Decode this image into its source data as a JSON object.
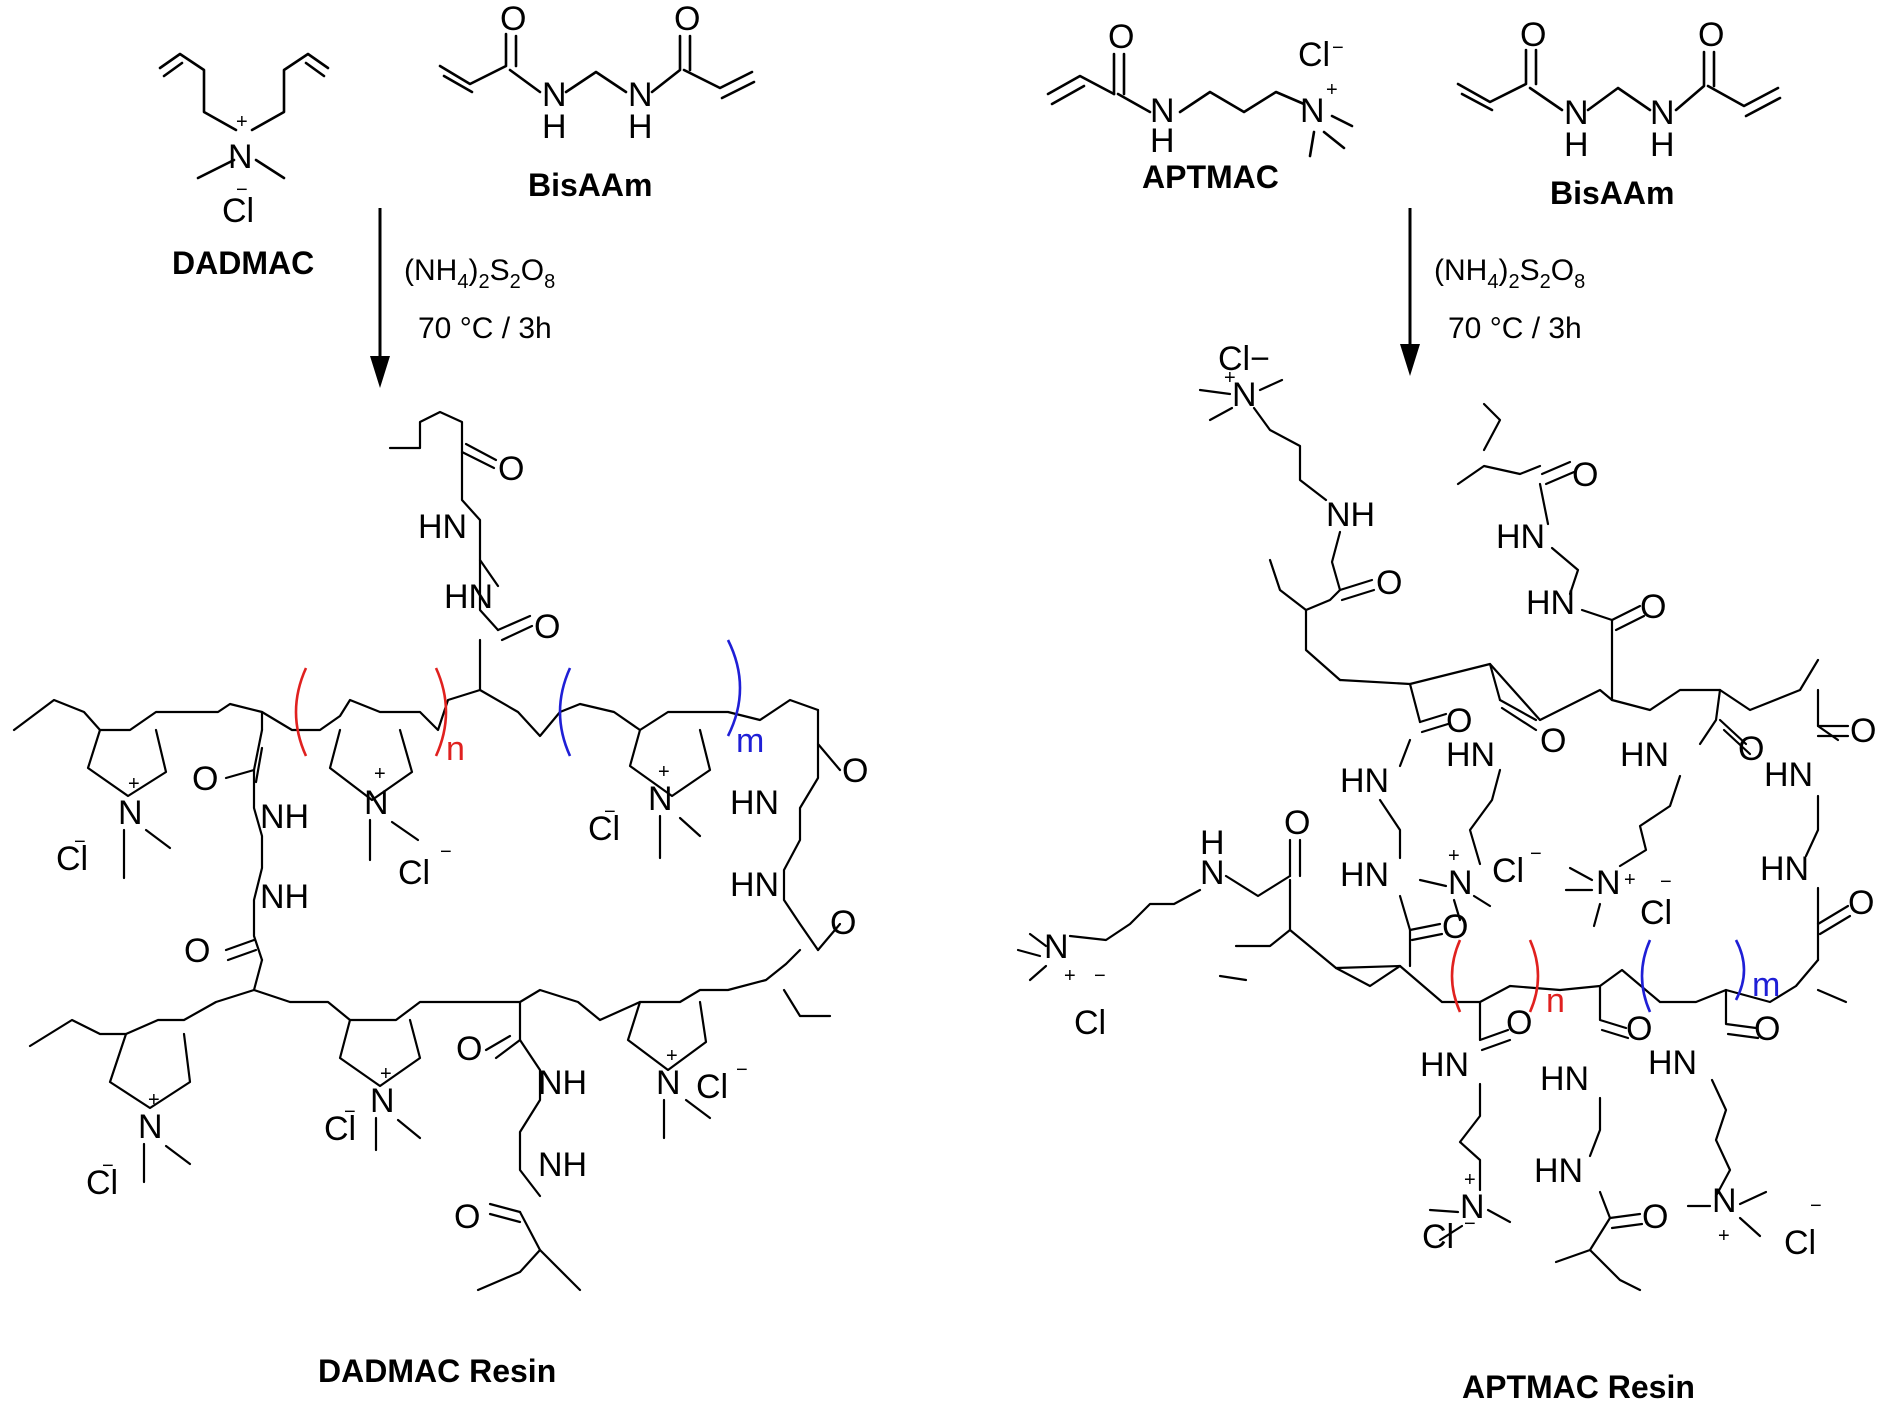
{
  "schemes": [
    {
      "monomers": [
        "DADMAC",
        "BisAAm"
      ],
      "reagent": {
        "main": "(NH",
        "s1": "4",
        "mid1": ")",
        "s2": "2",
        "mid2": "S",
        "s3": "2",
        "mid3": "O",
        "s4": "8"
      },
      "conditions": "70 °C / 3h",
      "product": "DADMAC Resin",
      "repeat_labels": [
        "n",
        "m"
      ]
    },
    {
      "monomers": [
        "APTMAC",
        "BisAAm"
      ],
      "reagent": {
        "main": "(NH",
        "s1": "4",
        "mid1": ")",
        "s2": "2",
        "mid2": "S",
        "s3": "2",
        "mid3": "O",
        "s4": "8"
      },
      "conditions": "70 °C / 3h",
      "product": "APTMAC Resin",
      "repeat_labels": [
        "n",
        "m"
      ]
    }
  ],
  "atoms": {
    "N": "N",
    "O": "O",
    "H": "H",
    "NH": "NH",
    "HN": "HN",
    "Cl": "Cl",
    "minus": "−",
    "plus": "+",
    "Clminus": "Cl−",
    "Clsup": "Cl"
  },
  "colors": {
    "n_bracket": "#e0211f",
    "m_bracket": "#1f1fd6",
    "ink": "#000000"
  }
}
